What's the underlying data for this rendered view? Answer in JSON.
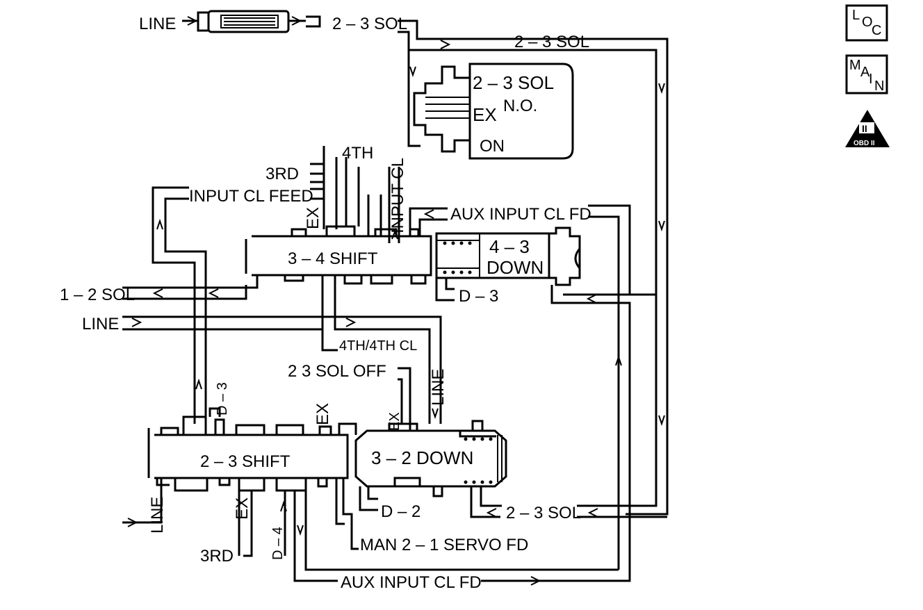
{
  "labels": {
    "line_top": "LINE",
    "sol23_top_left": "2 – 3 SOL",
    "sol23_top_right": "2 – 3 SOL",
    "sol23_box_title": "2 – 3 SOL",
    "sol23_no": "N.O.",
    "sol23_ex": "EX",
    "sol23_on": "ON",
    "fourth": "4TH",
    "third": "3RD",
    "input_cl_feed": "INPUT CL FEED",
    "ex_vert_34": "EX",
    "input_cl_vert": "INPUT CL",
    "aux_input_cl_fd_top": "AUX INPUT CL FD",
    "shift_34": "3 – 4 SHIFT",
    "down_43_a": "4 – 3",
    "down_43_b": "DOWN",
    "d3_right": "D – 3",
    "sol12": "1 – 2 SOL",
    "line_mid": "LINE",
    "fourth_fourth_cl": "4TH/4TH CL",
    "sol23_off": "2   3 SOL OFF",
    "line_vert_mid": "LINE",
    "d3_vert": "D – 3",
    "ex_vert_23": "EX",
    "ex_vert_32": "EX",
    "shift_23": "2 – 3 SHIFT",
    "down_32": "3 – 2 DOWN",
    "line_vert_bottom": "LINE",
    "ex_vert_bottom": "EX",
    "d4_vert": "D – 4",
    "d2": "D – 2",
    "sol23_bottom": "2 – 3 SOL",
    "man21": "MAN 2 – 1 SERVO FD",
    "third_bottom": "3RD",
    "aux_input_cl_fd_bottom": "AUX INPUT CL FD"
  },
  "legend": {
    "loc": {
      "l1": "L",
      "l2": "O",
      "l3": "C"
    },
    "main": {
      "l1": "M",
      "l2": "A",
      "l3": "I",
      "l4": "N"
    },
    "obd": {
      "numeral": "II",
      "text": "OBD II"
    }
  }
}
